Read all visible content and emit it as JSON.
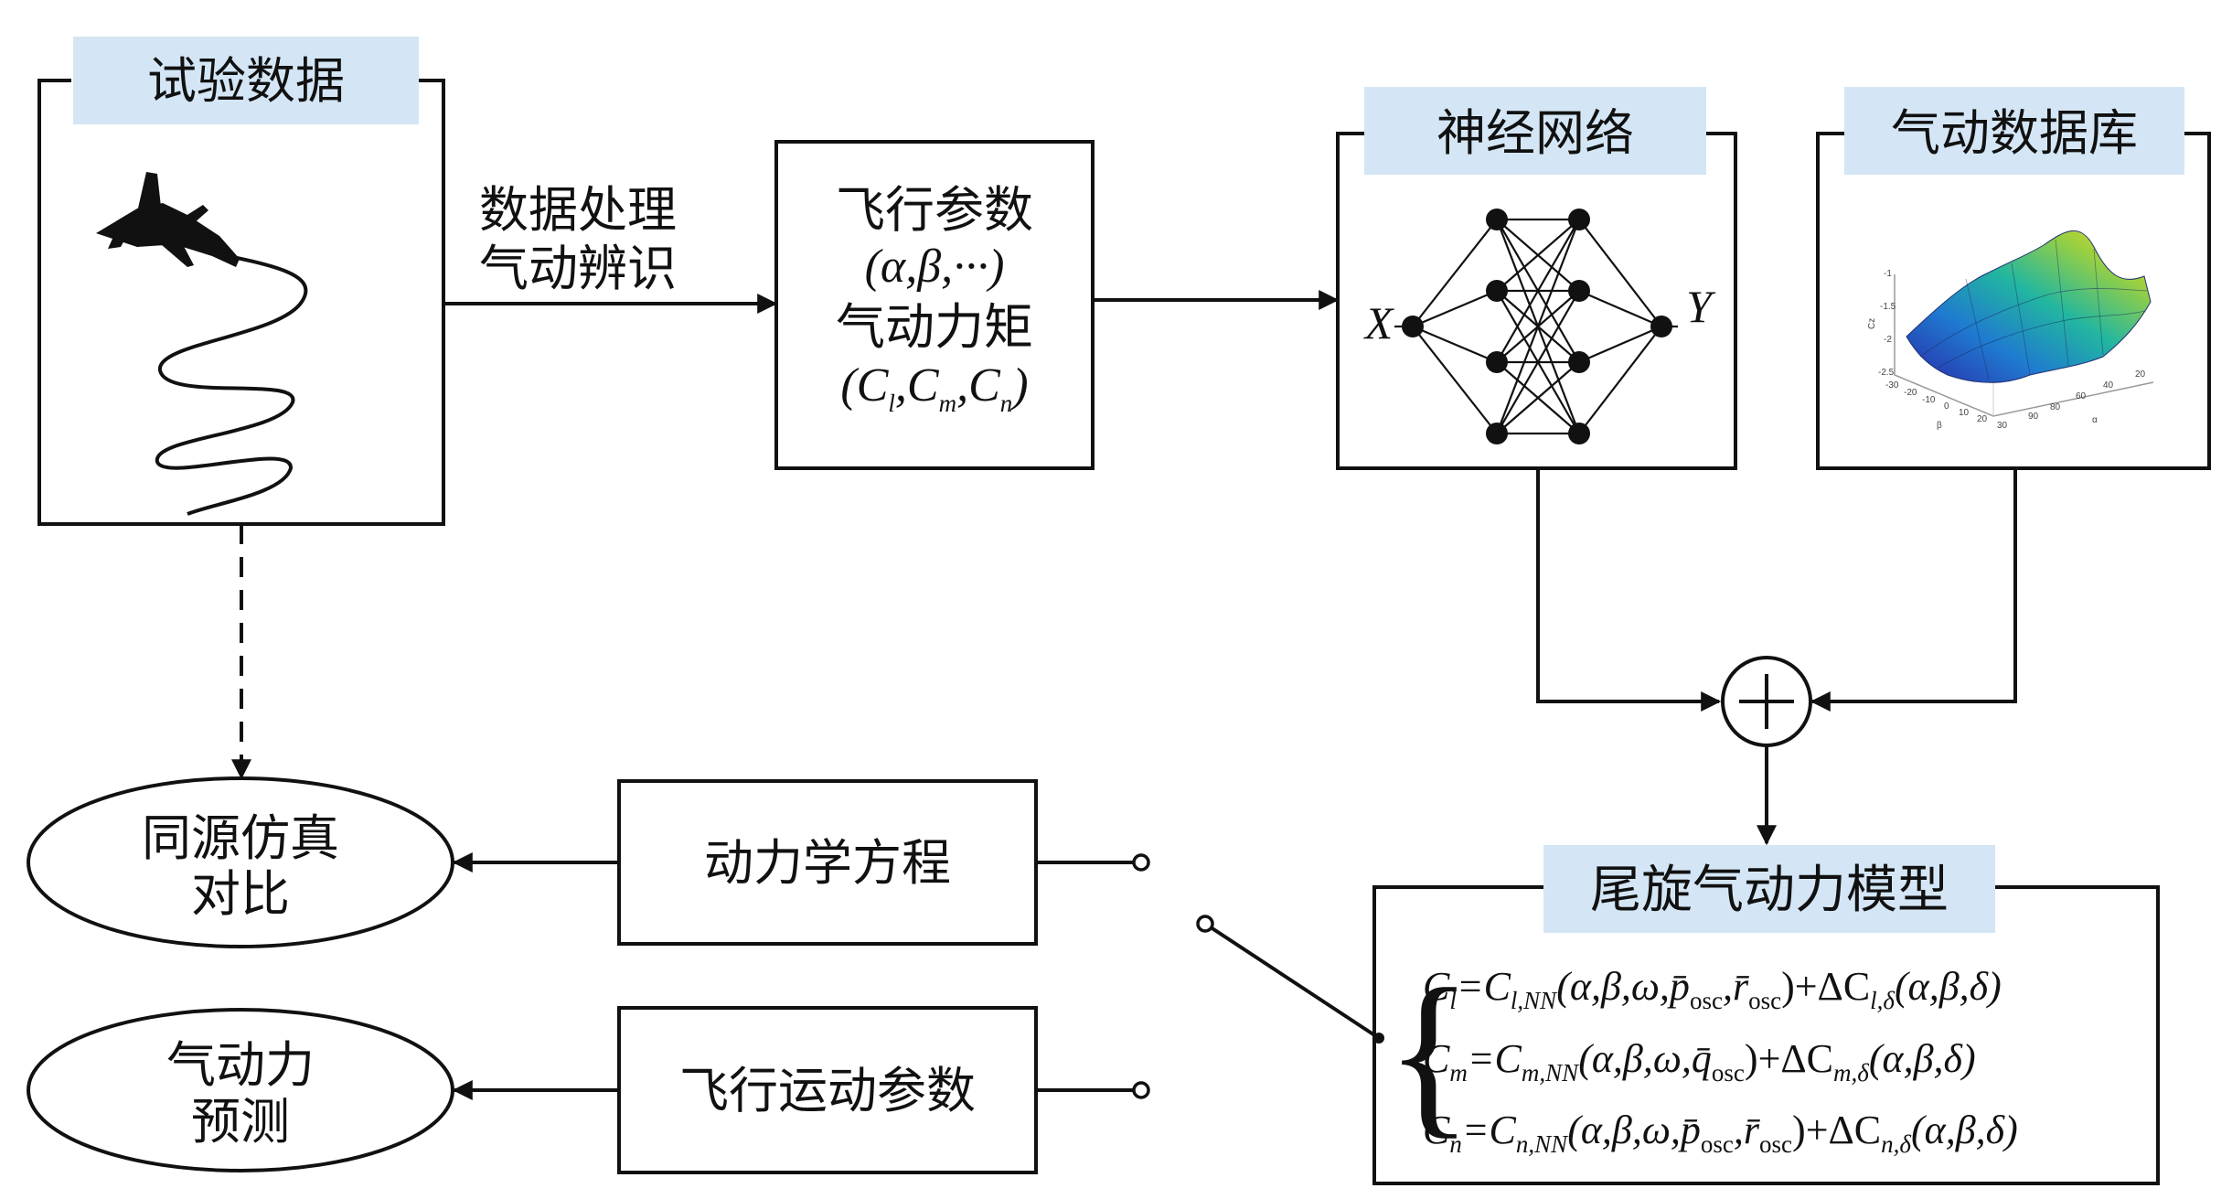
{
  "test_data": {
    "title": "试验数据"
  },
  "processing": {
    "line1": "数据处理",
    "line2": "气动辨识"
  },
  "flight_params": {
    "line1": "飞行参数",
    "line2": "(α,β,···)",
    "line3": "气动力矩",
    "coef_prefix": "(C",
    "coef_sep": ",C",
    "coef_suffix": ")",
    "sub_l": "l",
    "sub_m": "m",
    "sub_n": "n"
  },
  "neural_network": {
    "title": "神经网络",
    "input_label": "X",
    "output_label": "Y"
  },
  "aero_database": {
    "title": "气动数据库",
    "z_label": "Cz",
    "x_label": "β",
    "y_label": "α",
    "z_ticks": [
      "-1",
      "-1.5",
      "-2",
      "-2.5"
    ],
    "x_ticks": [
      "-30",
      "-20",
      "-10",
      "0",
      "10",
      "20",
      "30"
    ],
    "y_ticks": [
      "20",
      "40",
      "60",
      "80",
      "90"
    ]
  },
  "sum_junction": {
    "symbol": "+"
  },
  "spin_model": {
    "title": "尾旋气动力模型"
  },
  "equations": {
    "brace": "{",
    "eq1": {
      "lhs": "C",
      "lhs_sub": "l",
      "rhs": "=C",
      "rhs_sub": "l,NN",
      "args": "(α,β,ω,p̄",
      "osc1": "osc",
      "mid": ",r̄",
      "osc2": "osc",
      "delta": ")+ΔC",
      "delta_sub": "l,δ",
      "tail": "(α,β,δ)"
    },
    "eq2": {
      "lhs": "C",
      "lhs_sub": "m",
      "rhs": "=C",
      "rhs_sub": "m,NN",
      "args": "(α,β,ω,q̄",
      "osc1": "osc",
      "delta": ")+ΔC",
      "delta_sub": "m,δ",
      "tail": "(α,β,δ)"
    },
    "eq3": {
      "lhs": "C",
      "lhs_sub": "n",
      "rhs": "=C",
      "rhs_sub": "n,NN",
      "args": "(α,β,ω,p̄",
      "osc1": "osc",
      "mid": ",r̄",
      "osc2": "osc",
      "delta": ")+ΔC",
      "delta_sub": "n,δ",
      "tail": "(α,β,δ)"
    }
  },
  "dynamics": {
    "label": "动力学方程"
  },
  "flight_motion": {
    "label": "飞行运动参数"
  },
  "comparison": {
    "line1": "同源仿真",
    "line2": "对比"
  },
  "prediction": {
    "line1": "气动力",
    "line2": "预测"
  }
}
